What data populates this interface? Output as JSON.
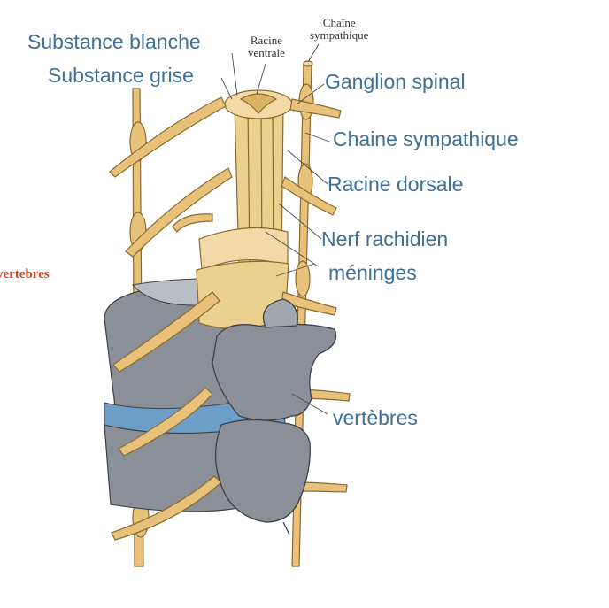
{
  "labels": {
    "substance_blanche": "Substance blanche",
    "substance_grise": "Substance grise",
    "racine_ventrale_1": "Racine",
    "racine_ventrale_2": "ventrale",
    "chaine_sympathique_top_1": "Chaîne",
    "chaine_sympathique_top_2": "sympathique",
    "ganglion_spinal": "Ganglion spinal",
    "chaine_sympathique": "Chaine sympathique",
    "racine_dorsale": "Racine dorsale",
    "nerf_rachidien": "Nerf rachidien",
    "meninges": "méninges",
    "vertebres": "vertèbres",
    "vertebres_left": "vertebres"
  },
  "colors": {
    "label_blue": "#3f6f96",
    "label_red": "#d7462a",
    "nerve_fill": "#e8c27a",
    "nerve_stroke": "#8a6a2e",
    "bone_fill": "#8b8f97",
    "bone_dark": "#5c6068",
    "disc_fill": "#b9bdc4",
    "disc_blue": "#6e9fc9"
  }
}
